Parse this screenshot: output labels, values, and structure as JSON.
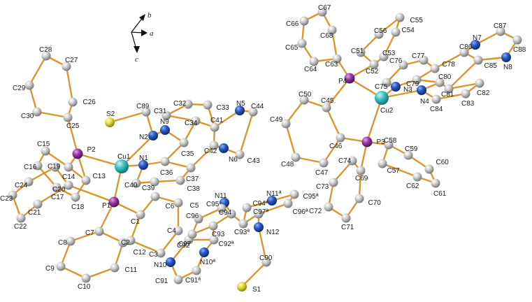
{
  "colors": {
    "bond": "#d9962e",
    "C": "#b9b9b9",
    "N": "#1f4fb5",
    "P": "#9a3aa8",
    "Cu": "#3ec4c6",
    "S": "#e2e03a",
    "background": "#ffffff"
  },
  "axes": {
    "a": "a",
    "b": "b",
    "c": "c"
  },
  "labels": {
    "C1": "C1",
    "C2": "C2",
    "C3": "C3",
    "C4": "C4",
    "C5": "C5",
    "C6": "C6",
    "C7": "C7",
    "C8": "C8",
    "C9": "C9",
    "C10": "C10",
    "C11": "C11",
    "C12": "C12",
    "C13": "C13",
    "C14": "C14",
    "C15": "C15",
    "C16": "C16",
    "C17": "C17",
    "C18": "C18",
    "C19": "C19",
    "C20": "C20",
    "C21": "C21",
    "C22": "C22",
    "C23": "C23",
    "C24": "C24",
    "C25": "C25",
    "C26": "C26",
    "C27": "C27",
    "C28": "C28",
    "C29": "C29",
    "C30": "C30",
    "C31": "C31",
    "C32": "C32",
    "C33": "C33",
    "C34": "C34",
    "C35": "C35",
    "C36": "C36",
    "C37": "C37",
    "C38": "C38",
    "C39": "C39",
    "C40": "C40",
    "C41": "C41",
    "C42": "C42",
    "C43": "C43",
    "C44": "C44",
    "C45": "C45",
    "C46": "C46",
    "C47": "C47",
    "C48": "C48",
    "C49": "C49",
    "C50": "C50",
    "C51": "C51",
    "C52": "C52",
    "C53": "C53",
    "C54": "C54",
    "C55": "C55",
    "C56": "C56",
    "C57": "C57",
    "C58": "C58",
    "C59": "C59",
    "C60": "C60",
    "C61": "C61",
    "C62": "C62",
    "C63": "C63",
    "C64": "C64",
    "C65": "C65",
    "C66": "C66",
    "C67": "C67",
    "C68": "C68",
    "C69": "C69",
    "C70": "C70",
    "C71": "C71",
    "C72": "C72",
    "C73": "C73",
    "C74": "C74",
    "C75": "C75",
    "C76": "C76",
    "C77": "C77",
    "C78": "C78",
    "C79": "C79",
    "C80": "C80",
    "C81": "C81",
    "C82": "C82",
    "C83": "C83",
    "C84": "C84",
    "C85": "C85",
    "C86": "C86",
    "C87": "C87",
    "C88": "C88",
    "C89": "C89",
    "C90": "C90",
    "C91": "C91",
    "C91a": "C91ª",
    "C92": "C92",
    "C92a": "C92ª",
    "C93": "C93",
    "C93a": "C93ª",
    "C94": "C94",
    "C94a": "C94ª",
    "C95": "C95",
    "C95a": "C95ª",
    "C96": "C96",
    "C96a": "C96ª",
    "C97": "C97",
    "C97a": "C97ª",
    "N1": "N1",
    "N2": "N2",
    "N3": "N3",
    "N4": "N4",
    "N5": "N5",
    "N6": "N6",
    "N7": "N7",
    "N8": "N8",
    "N9": "N9",
    "N10": "N10",
    "N10a": "N10ª",
    "N11": "N11",
    "N11a": "N11ª",
    "N12": "N12",
    "P1": "P1",
    "P2": "P2",
    "P3": "P3",
    "P4": "P4",
    "Cu1": "Cu1",
    "Cu2": "Cu2",
    "S1": "S1",
    "S2": "S2"
  }
}
